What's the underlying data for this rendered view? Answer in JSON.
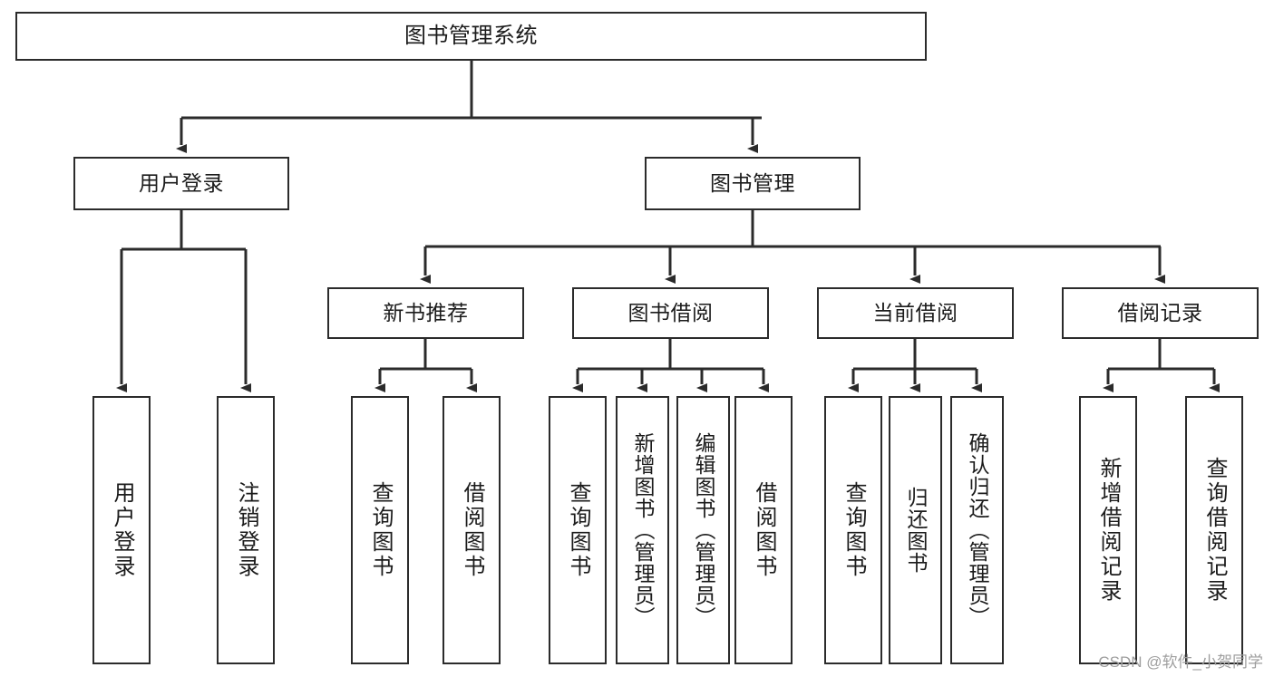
{
  "diagram": {
    "title": "图书管理系统",
    "type": "tree-hierarchy",
    "watermark": "CSDN @软件_小贺同学",
    "colors": {
      "stroke": "#2b2b2b",
      "fill": "#ffffff",
      "text": "#1b1b1b",
      "watermark": "#9e9e9e"
    },
    "nodes": {
      "root": {
        "label": "图书管理系统",
        "orientation": "horizontal"
      },
      "l1": [
        {
          "id": "user-login",
          "label": "用户登录",
          "orientation": "horizontal"
        },
        {
          "id": "book-manage",
          "label": "图书管理",
          "orientation": "horizontal"
        }
      ],
      "l2": [
        {
          "id": "new-book-recommend",
          "label": "新书推荐",
          "orientation": "horizontal"
        },
        {
          "id": "book-borrow",
          "label": "图书借阅",
          "orientation": "horizontal"
        },
        {
          "id": "current-borrow",
          "label": "当前借阅",
          "orientation": "horizontal"
        },
        {
          "id": "borrow-record",
          "label": "借阅记录",
          "orientation": "horizontal"
        }
      ],
      "leaves": [
        {
          "id": "leaf-user-login",
          "label": "用户登录",
          "orientation": "vertical",
          "parent": "user-login"
        },
        {
          "id": "leaf-user-logout",
          "label": "注销登录",
          "orientation": "vertical",
          "parent": "user-login"
        },
        {
          "id": "leaf-query-book-1",
          "label": "查询图书",
          "orientation": "vertical",
          "parent": "new-book-recommend"
        },
        {
          "id": "leaf-borrow-book-1",
          "label": "借阅图书",
          "orientation": "vertical",
          "parent": "new-book-recommend"
        },
        {
          "id": "leaf-query-book-2",
          "label": "查询图书",
          "orientation": "vertical",
          "parent": "book-borrow"
        },
        {
          "id": "leaf-add-book",
          "label": "新增图书（管理员）",
          "orientation": "vertical",
          "parent": "book-borrow"
        },
        {
          "id": "leaf-edit-book",
          "label": "编辑图书（管理员）",
          "orientation": "vertical",
          "parent": "book-borrow"
        },
        {
          "id": "leaf-borrow-book-2",
          "label": "借阅图书",
          "orientation": "vertical",
          "parent": "book-borrow"
        },
        {
          "id": "leaf-query-book-3",
          "label": "查询图书",
          "orientation": "vertical",
          "parent": "current-borrow"
        },
        {
          "id": "leaf-return-book",
          "label": "归还图书",
          "orientation": "vertical",
          "parent": "current-borrow"
        },
        {
          "id": "leaf-confirm-return",
          "label": "确认归还（管理员）",
          "orientation": "vertical",
          "parent": "current-borrow"
        },
        {
          "id": "leaf-add-record",
          "label": "新增借阅记录",
          "orientation": "vertical",
          "parent": "borrow-record"
        },
        {
          "id": "leaf-query-record",
          "label": "查询借阅记录",
          "orientation": "vertical",
          "parent": "borrow-record"
        }
      ]
    }
  }
}
